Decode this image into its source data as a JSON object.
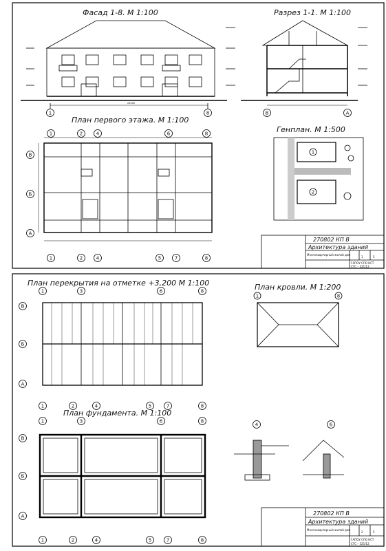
{
  "sheet1": {
    "facade_title": "Фасад 1-8. М 1:100",
    "section_title": "Разрез 1-1. М 1:100",
    "plan_title": "План первого этажа. М 1:100",
    "genplan_title": "Генплан. М 1:500",
    "facade_axes": [
      "1",
      "8"
    ],
    "plan_axes_top": [
      "1",
      "2",
      "4",
      "6",
      "8"
    ],
    "plan_axes_bottom": [
      "1",
      "2",
      "4",
      "5",
      "7",
      "8"
    ],
    "plan_axes_side": [
      "В",
      "Б",
      "А"
    ],
    "section_axes": [
      "В",
      "А"
    ],
    "genplan_labels": [
      "1",
      "2"
    ],
    "dim_overall": "24000",
    "stamp": {
      "code": "270802 КП В",
      "title": "Архитектура зданий",
      "object": "Многоквартирный жилой дом",
      "sheet_no": "1",
      "sheets": "5",
      "org": "ГАПОУ СПО КСТ",
      "group": "СТС – 321/12"
    }
  },
  "sheet2": {
    "floor_plan_title": "План перекрытия на отметке +3,200 М 1:100",
    "roof_title": "План кровли. М 1:200",
    "foundation_title": "План фундамента. М 1:100",
    "axes_top": [
      "1",
      "3",
      "6",
      "8"
    ],
    "axes_bottom": [
      "1",
      "2",
      "4",
      "5",
      "7",
      "8"
    ],
    "axes_side": [
      "В",
      "Б",
      "А"
    ],
    "roof_axes": [
      "1",
      "8"
    ],
    "node_labels": [
      "4",
      "6"
    ],
    "stamp": {
      "code": "270802 КП В",
      "title": "Архитектура зданий",
      "object": "Многоквартирный жилой дом",
      "sheet_no": "2",
      "sheets": "5",
      "org": "ГАПОУ СПО КСТ",
      "group": "СТС – 321/12"
    }
  }
}
